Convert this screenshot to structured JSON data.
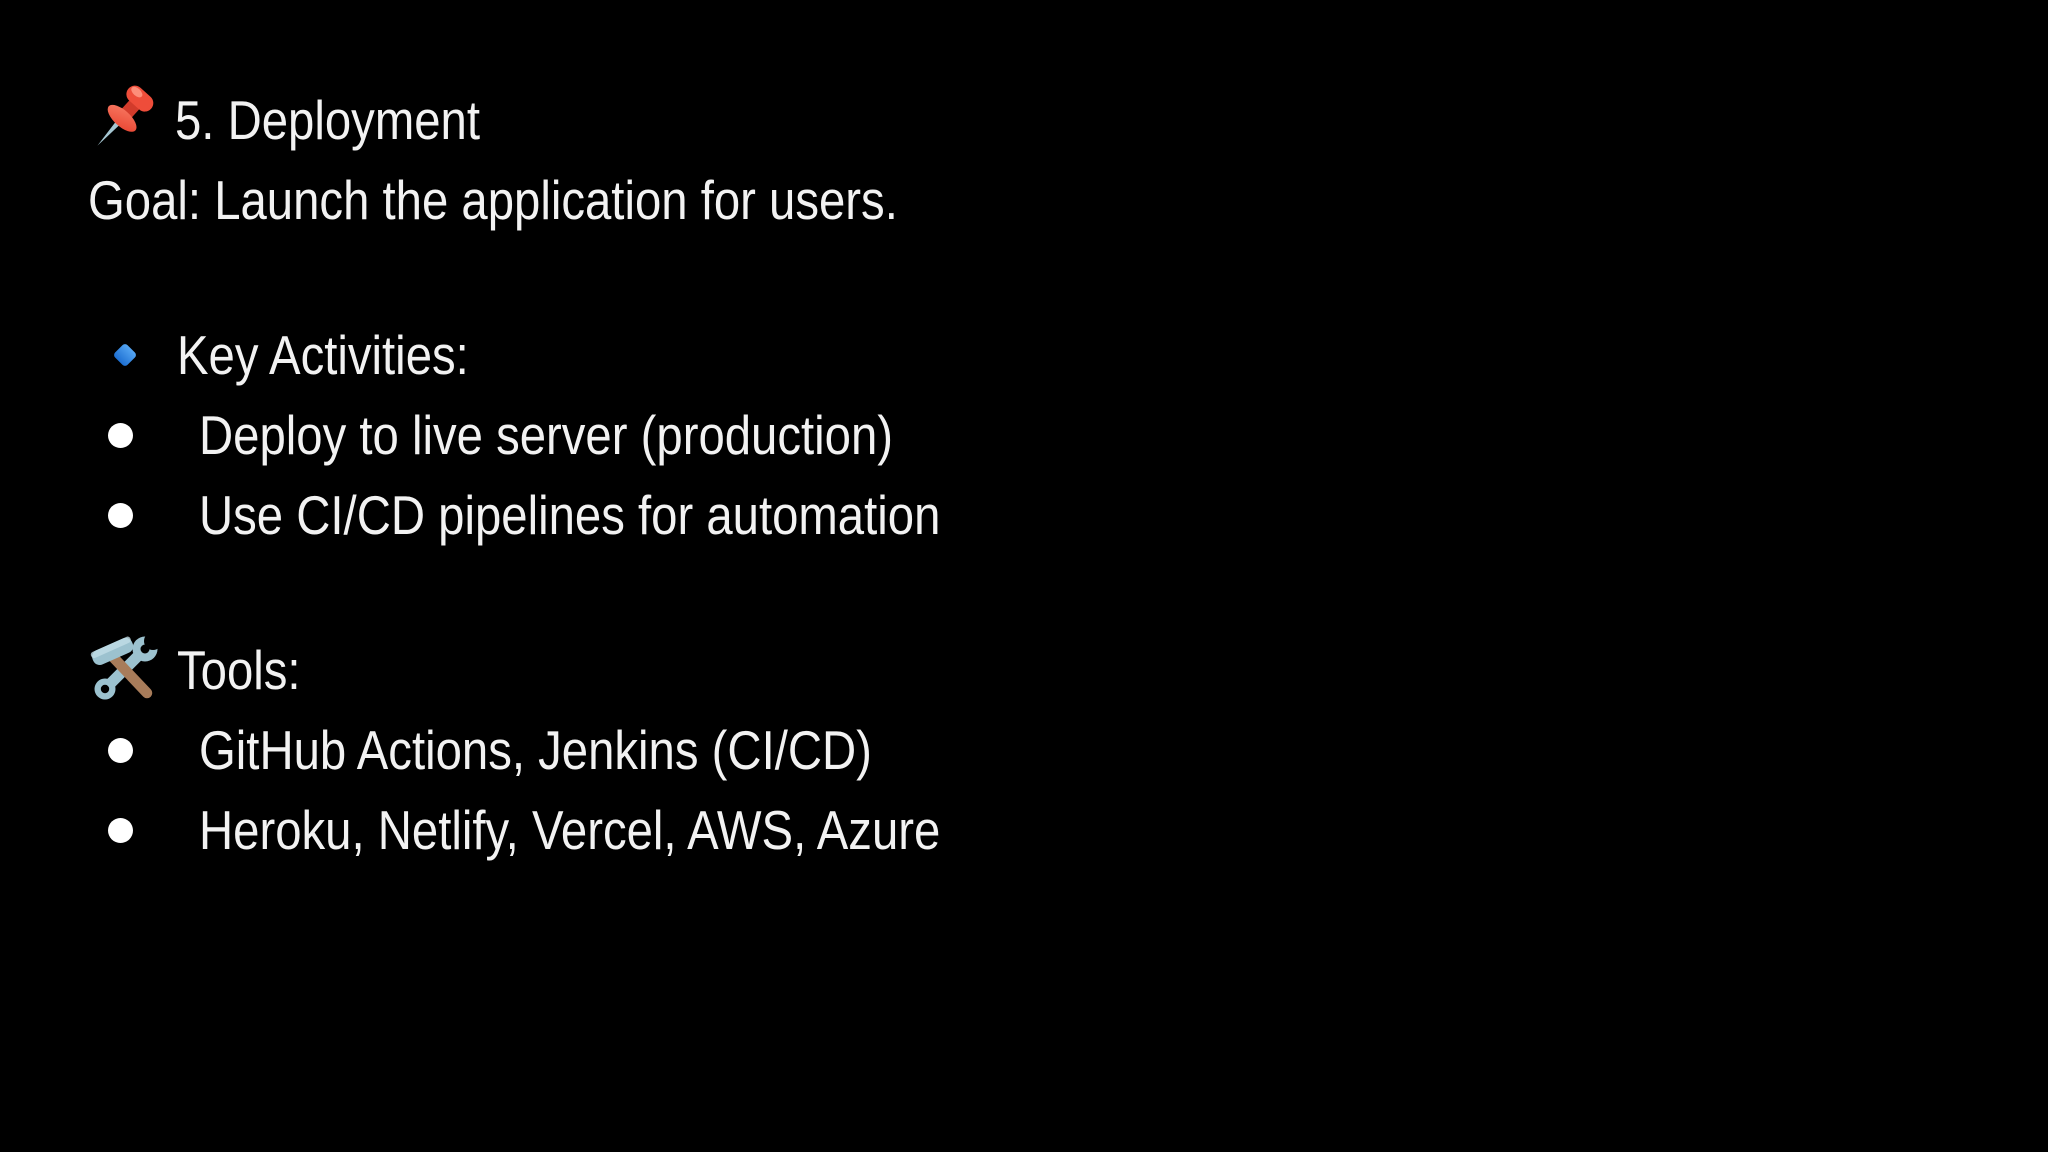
{
  "slide": {
    "background_color": "#000000",
    "text_color": "#f2f2f2",
    "title": {
      "icon": "pushpin-icon",
      "text": "5. Deployment"
    },
    "goal_line": "Goal: Launch the application for users.",
    "sections": [
      {
        "icon": "blue-diamond-icon",
        "header": "Key Activities:",
        "items": [
          "Deploy to live server (production)",
          "Use CI/CD pipelines for automation"
        ]
      },
      {
        "icon": "hammer-wrench-icon",
        "header": "Tools:",
        "items": [
          "GitHub Actions, Jenkins (CI/CD)",
          "Heroku, Netlify, Vercel, AWS, Azure"
        ]
      }
    ],
    "icon_colors": {
      "pin_red": "#ee4d3a",
      "pin_red_dark": "#d23b2b",
      "needle_steel": "#a5c6d2",
      "diamond_blue": "#2e86e0",
      "tool_steel": "#9cc2cf",
      "handle_wood": "#a87c5a",
      "bullet_white": "#ffffff"
    }
  }
}
